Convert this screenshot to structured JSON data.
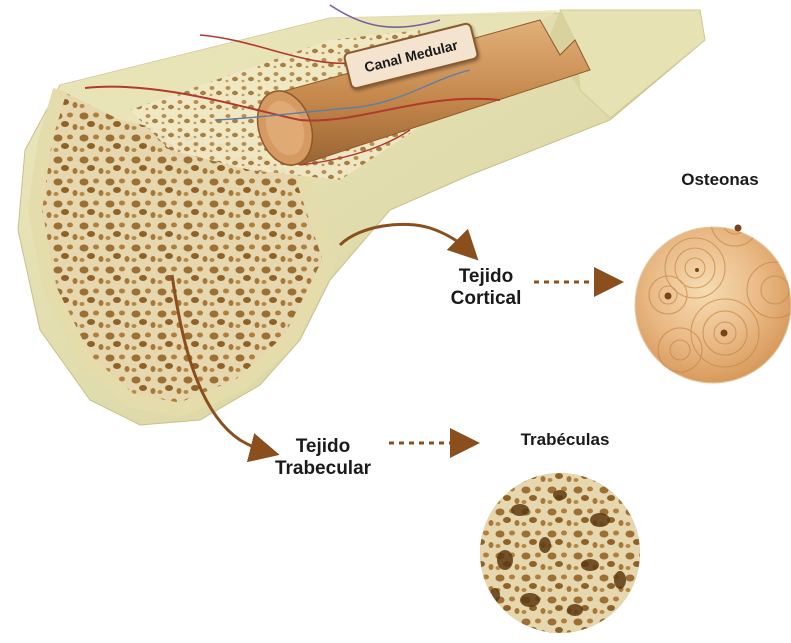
{
  "labels": {
    "canal_medular": "Canal Medular",
    "osteonas": "Osteonas",
    "tejido_cortical_line1": "Tejido",
    "tejido_cortical_line2": "Cortical",
    "tejido_trabecular_line1": "Tejido",
    "tejido_trabecular_line2": "Trabecular",
    "trabeculas": "Trabéculas"
  },
  "colors": {
    "cortical_bone": "#e3dfb2",
    "trabecular_bone": "#b89a5e",
    "marrow": "#c9925a",
    "arrow": "#8a4f1c",
    "vessel_red": "#b03a2e",
    "osteon_disc": "#e8b97c"
  }
}
